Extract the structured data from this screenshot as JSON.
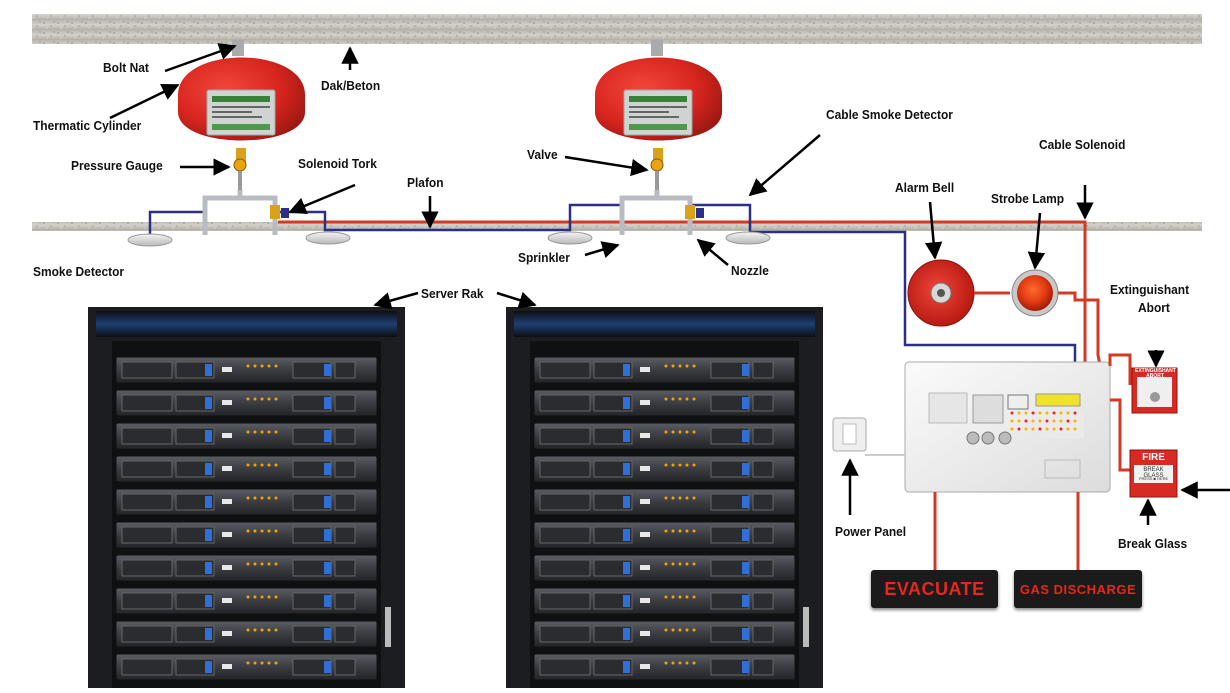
{
  "labels": {
    "bolt_nat": "Bolt Nat",
    "dak_beton": "Dak/Beton",
    "thermatic_cylinder": "Thermatic Cylinder",
    "pressure_gauge": "Pressure Gauge",
    "solenoid_tork": "Solenoid Tork",
    "plafon": "Plafon",
    "valve": "Valve",
    "cable_smoke_detector": "Cable Smoke Detector",
    "cable_solenoid": "Cable Solenoid",
    "alarm_bell": "Alarm Bell",
    "strobe_lamp": "Strobe Lamp",
    "smoke_detector": "Smoke Detector",
    "sprinkler": "Sprinkler",
    "nozzle": "Nozzle",
    "server_rak": "Server Rak",
    "extinguishant_abort": "Extinguishant",
    "extinguishant_abort_2": "Abort",
    "power_panel": "Power Panel",
    "break_glass": "Break Glass"
  },
  "signs": {
    "evacuate": "EVACUATE",
    "gas_discharge": "GAS DISCHARGE"
  },
  "devices": {
    "abort_button_text": "EXTINGUISHANT ABORT",
    "fire_text": "FIRE",
    "break_glass_text": "BREAK GLASS",
    "break_glass_small": "PRESS ■ HERE"
  },
  "colors": {
    "cylinder_red": "#d9261f",
    "cable_red": "#d23a25",
    "cable_blue": "#2c2f86",
    "ceiling_gray": "#c9c6bf",
    "rack_dark": "#1c1d20",
    "accent_blue": "#2f6fd6"
  }
}
